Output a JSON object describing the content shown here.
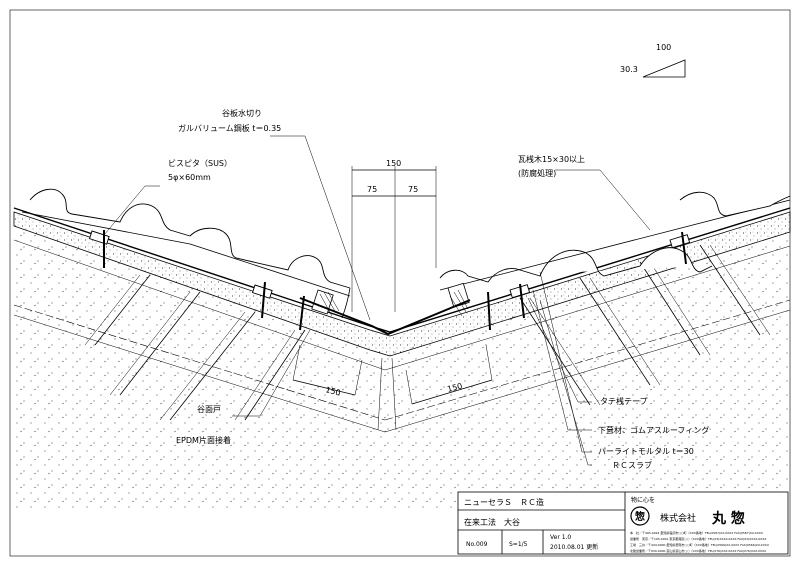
{
  "slope": {
    "run": "100",
    "rise": "30.3"
  },
  "dimensions": {
    "top_total": "150",
    "top_left": "75",
    "top_right": "75",
    "bottom_left": "150",
    "bottom_right": "150"
  },
  "labels": {
    "valley_flashing_1": "谷板水切り",
    "valley_flashing_2": "ガルバリューム鋼板 t＝0.35",
    "screw_1": "ビスピタ（SUS）",
    "screw_2": "5φ×60mm",
    "batten_1": "瓦桟木15×30以上",
    "batten_2": "(防腐処理)",
    "valley_face_1": "谷面戸",
    "valley_face_2": "EPDM片面接着",
    "vertical_batten_tape": "タテ桟テープ",
    "underlay": "下葺材：ゴムアスルーフィング",
    "perlite": "パーライトモルタル t＝30",
    "rc_slab": "ＲＣスラブ"
  },
  "title_block": {
    "product": "ニューセラＳ　ＲＣ造",
    "method": "在来工法　大谷",
    "number": "No.009",
    "scale": "S=1/5",
    "version": "Ver 1.0",
    "date": "2010.08.01 更新",
    "slogan": "物に心を",
    "company": "株式会社",
    "company_name": "丸 惣",
    "logo_char": "惣",
    "address_lines": [
      "本　社／〒495-0024 愛知県稲沢市○○町（XXX番地）TEL(0587)XX-XXXX FAX(0587)XX-XXXX",
      "営業所　東京／〒105-0001 東京都港区○○（XXX番地）TEL(03)XXXX-XXXX FAX(03)XXXX-XXXX",
      "工場　三州／〒444-0000 愛知県碧南市○○町（XXX番地）TEL(0566)XX-XXXX FAX(0566)XX-XXXX",
      "北陸営業所／〒930-0000 富山県富山市○○（XXX番地）TEL(076)XXX-XXXX FAX(076)XXX-XXXX"
    ]
  }
}
